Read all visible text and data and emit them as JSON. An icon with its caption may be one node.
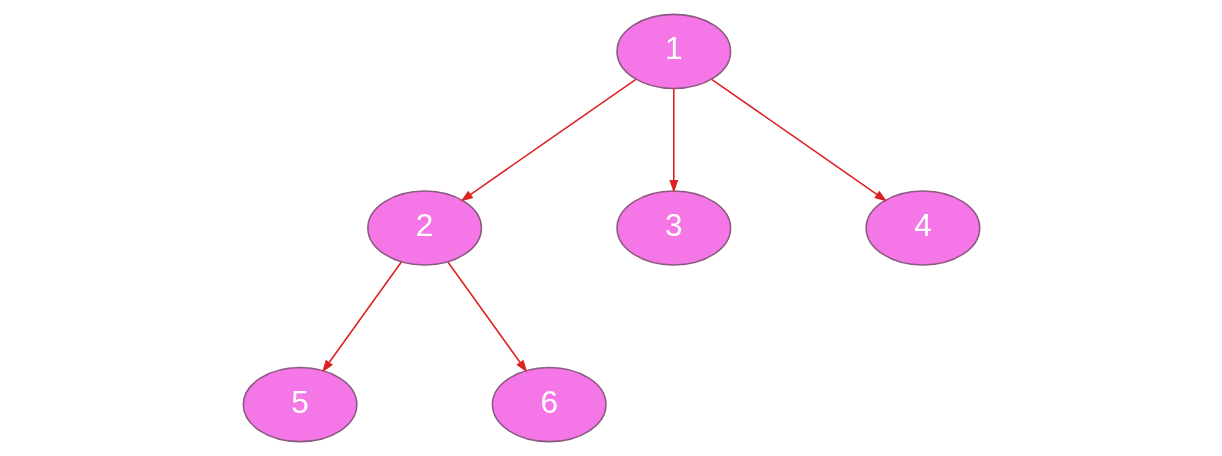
{
  "diagram": {
    "nodes": [
      {
        "text": [
          "1"
        ]
      },
      {
        "text": [
          "2"
        ]
      },
      {
        "text": [
          "3"
        ]
      },
      {
        "text": [
          "4"
        ]
      },
      {
        "text": [
          "5"
        ]
      },
      {
        "text": [
          "6"
        ]
      }
    ],
    "edges": [
      {
        "from": 0,
        "to": 1,
        "arrow": "to"
      },
      {
        "from": 0,
        "to": 2,
        "arrow": "to"
      },
      {
        "from": 0,
        "to": 3,
        "arrow": "to"
      },
      {
        "from": 1,
        "to": 4,
        "arrow": "to"
      },
      {
        "from": 1,
        "to": 5,
        "arrow": "to"
      }
    ]
  }
}
